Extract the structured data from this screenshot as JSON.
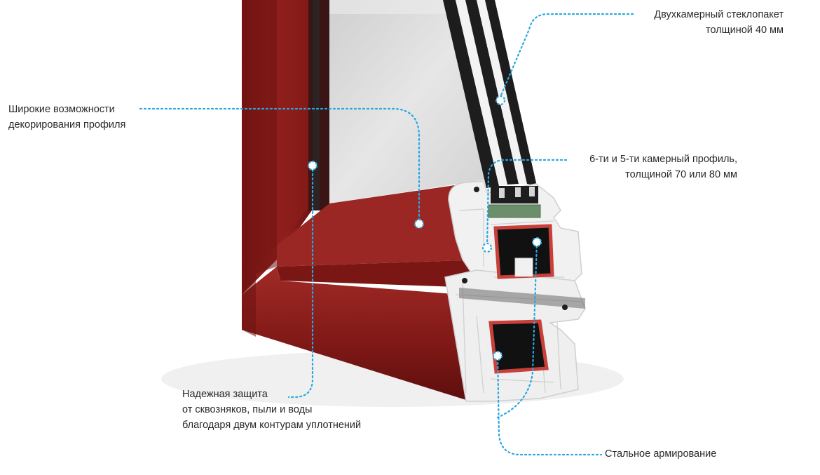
{
  "colors": {
    "accent": "#2aa7e0",
    "frame_red": "#8e1d1b",
    "frame_red_dark": "#5c0f0e",
    "pvc_white": "#f2f2f2",
    "gasket_green": "#6a8f6a",
    "reinforcement_red": "#c8403a",
    "glass": "#d8d8d8"
  },
  "annotations": {
    "glass_unit": {
      "line1": "Двухкамерный стеклопакет",
      "line2": "толщиной 40 мм"
    },
    "decoration": {
      "line1": "Широкие возможности",
      "line2": "декорирования профиля"
    },
    "chambers": {
      "line1": "6-ти и 5-ти камерный профиль,",
      "line2": "толщиной 70 или 80 мм"
    },
    "sealing": {
      "line1": "Надежная защита",
      "line2": "от сквозняков, пыли и воды",
      "line3": "благодаря двум контурам уплотнений"
    },
    "steel": {
      "line1": "Стальное армирование"
    }
  }
}
